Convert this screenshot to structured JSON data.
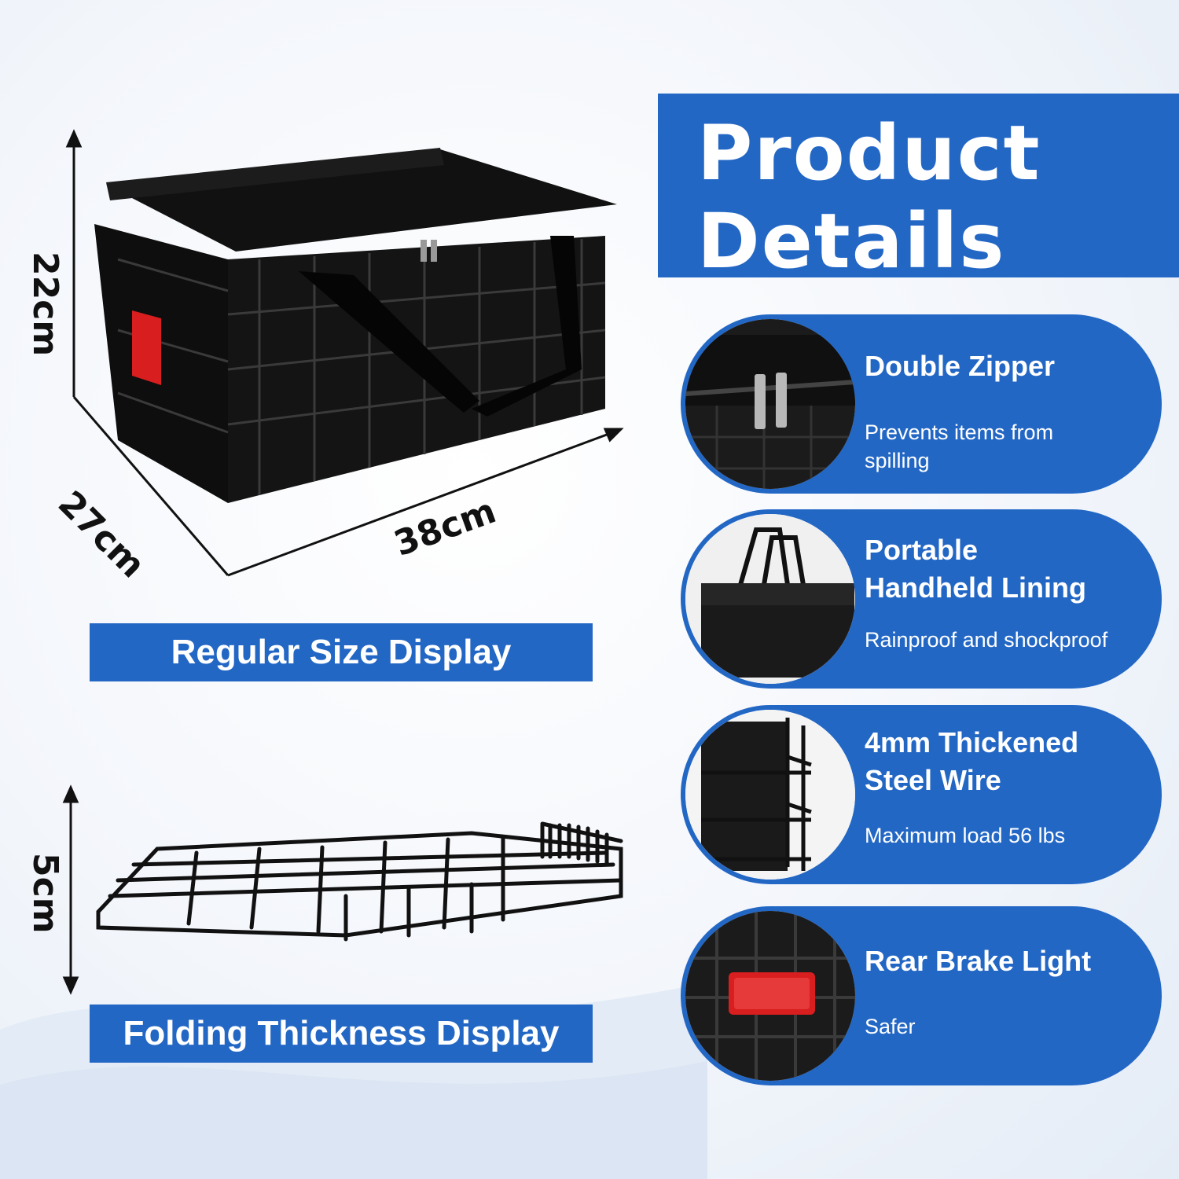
{
  "header": {
    "title_line1": "Product",
    "title_line2": "Details"
  },
  "dimensions": {
    "height": "22cm",
    "depth": "27cm",
    "width": "38cm",
    "folded_height": "5cm"
  },
  "labels": {
    "regular": "Regular Size Display",
    "folding": "Folding Thickness Display"
  },
  "features": [
    {
      "title_lines": [
        "Double Zipper"
      ],
      "desc_lines": [
        "Prevents items from",
        "spilling"
      ],
      "icon": "zipper-photo"
    },
    {
      "title_lines": [
        "Portable",
        "Handheld Lining"
      ],
      "desc_lines": [
        "Rainproof and shockproof"
      ],
      "icon": "bag-photo"
    },
    {
      "title_lines": [
        "4mm Thickened",
        "Steel Wire"
      ],
      "desc_lines": [
        "Maximum load 56 lbs"
      ],
      "icon": "wire-photo"
    },
    {
      "title_lines": [
        "Rear Brake Light"
      ],
      "desc_lines": [
        "Safer"
      ],
      "icon": "reflector-photo"
    }
  ],
  "colors": {
    "accent": "#2367c5",
    "reflector": "#d81e1e",
    "product": "#111111"
  }
}
